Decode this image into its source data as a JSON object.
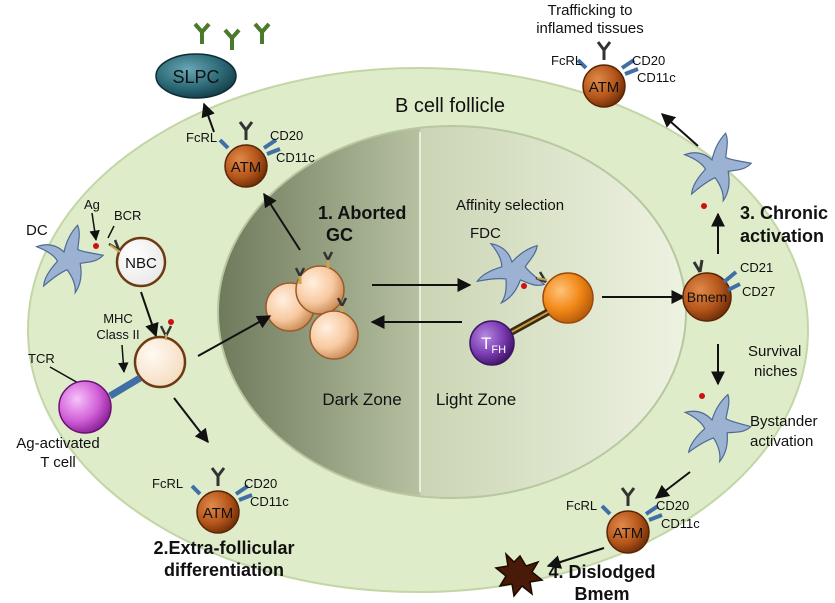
{
  "follicle": {
    "title": "B cell follicle"
  },
  "zones": {
    "dark": "Dark Zone",
    "light": "Light Zone"
  },
  "markers": {
    "atm": "ATM",
    "fcrl": "FcRL",
    "cd20": "CD20",
    "cd11c": "CD11c",
    "cd21": "CD21",
    "cd27": "CD27",
    "bmem": "Bmem",
    "slpc": "SLPC",
    "nbc": "NBC",
    "tfh_main": "T",
    "tfh_sub": "FH",
    "fdc": "FDC",
    "dc": "DC",
    "ag": "Ag",
    "bcr": "BCR",
    "mhc1": "MHC",
    "mhc2": "Class II",
    "tcr": "TCR"
  },
  "labels": {
    "aborted_1": "1. Aborted",
    "aborted_2": "GC",
    "extra_1": "2.Extra-follicular",
    "extra_2": "differentiation",
    "chronic_1": "3. Chronic",
    "chronic_2": "activation",
    "dislodged_1": "4. Dislodged",
    "dislodged_2": "Bmem",
    "affinity": "Affinity selection",
    "trafficking_1": "Trafficking to",
    "trafficking_2": "inflamed tissues",
    "survival_1": "Survival",
    "survival_2": "niches",
    "bystander_1": "Bystander",
    "bystander_2": "activation",
    "agtcell_1": "Ag-activated",
    "agtcell_2": "T cell"
  },
  "colors": {
    "follicle_fill": "#dfecc9",
    "atm_cell": "#b5561b",
    "orange_cell": "#f28a1a",
    "gc_cell": "#f8c9a0",
    "slpc_cell": "#2d6a78",
    "tfh_cell": "#7a3ab0",
    "tcell": "#c94fd1",
    "dc_cell": "#8ea6c8",
    "antibody": "#4a7a2c",
    "receptor_blue": "#3f6fa6"
  }
}
